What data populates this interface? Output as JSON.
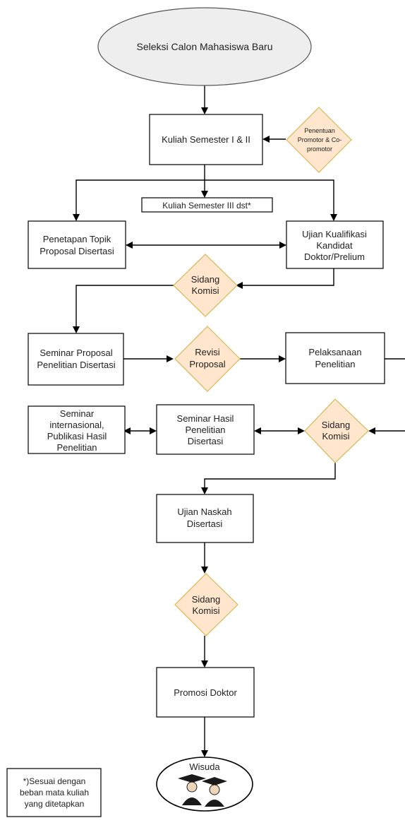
{
  "nodes": {
    "start": "Seleksi Calon Mahasiswa Baru",
    "kuliah12": "Kuliah Semester I & II",
    "penentuan": [
      "Penentuan",
      "Promotor & Co-",
      "promotor"
    ],
    "kuliah3": "Kuliah Semester III dst*",
    "topik": [
      "Penetapan Topik",
      "Proposal Disertasi"
    ],
    "ujian_kualifikasi": [
      "Ujian Kualifikasi",
      "Kandidat",
      "Doktor/Prelium"
    ],
    "sidang1": [
      "Sidang",
      "Komisi"
    ],
    "seminar_proposal": [
      "Seminar Proposal",
      "Penelitian Disertasi"
    ],
    "revisi": [
      "Revisi",
      "Proposal"
    ],
    "pelaksanaan": [
      "Pelaksanaan",
      "Penelitian"
    ],
    "seminar_internasional": [
      "Seminar",
      "internasional,",
      "Publikasi Hasil",
      "Penelitian"
    ],
    "seminar_hasil": [
      "Seminar Hasil",
      "Penelitian",
      "Disertasi"
    ],
    "sidang2": [
      "Sidang",
      "Komisi"
    ],
    "ujian_naskah": [
      "Ujian Naskah",
      "Disertasi"
    ],
    "sidang3": [
      "Sidang",
      "Komisi"
    ],
    "promosi": "Promosi Doktor",
    "wisuda": "Wisuda",
    "footnote": [
      "*)Sesuai dengan",
      "beban mata kuliah",
      "yang ditetapkan"
    ]
  },
  "colors": {
    "diamond_fill": "#ffe6cc",
    "diamond_stroke": "#d6b656",
    "ellipse_fill": "#eeeeee"
  }
}
